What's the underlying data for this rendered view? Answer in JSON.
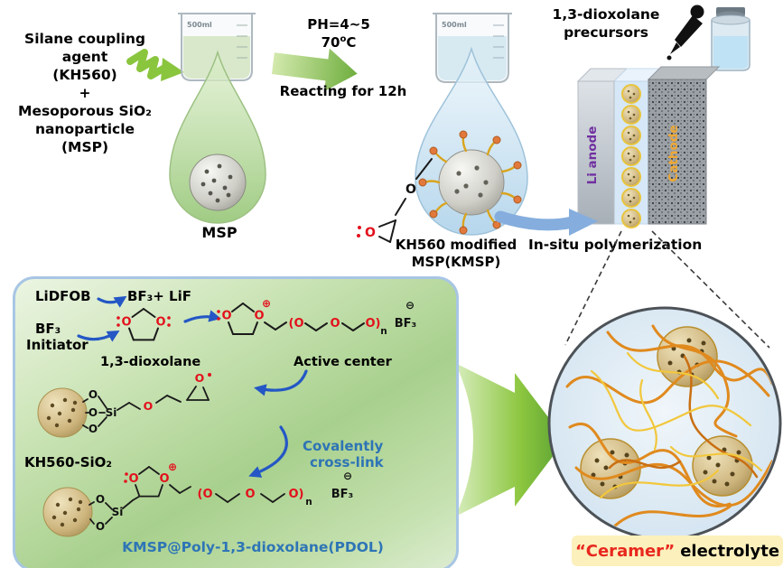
{
  "colors": {
    "green_arrow": "#8ac53e",
    "blue_arrow": "#2457c5",
    "insitu_arrow": "#85aede",
    "chem_red": "#e3101c",
    "anode_purple": "#7030a0",
    "cathode_yellow": "#f0a832",
    "pdol_blue": "#2e75b6",
    "ceramer_red": "#e8281e",
    "highlight_yellow": "#fcf0bc",
    "box_border_blue": "#a8c6e4"
  },
  "synthesis": {
    "reagent": {
      "l1": "Silane coupling",
      "l2": "agent",
      "l3": "(KH560)",
      "plus": "+",
      "l4": "Mesoporous SiO₂",
      "l5": "nanoparticle",
      "l6": "(MSP)"
    },
    "beaker1_label": "500ml",
    "beaker2_label": "500ml",
    "msp_caption": "MSP",
    "conditions": {
      "l1": "PH=4~5",
      "temp_num": "70",
      "temp_sup": "o",
      "temp_unit": "C",
      "l3": "Reacting for 12h"
    },
    "kmsp_caption": {
      "l1": "KH560 modified",
      "l2": "MSP(KMSP)"
    },
    "precursors": {
      "l1": "1,3-dioxolane",
      "l2": "precursors"
    },
    "battery": {
      "anode": "Li anode",
      "cathode": "Cathode"
    },
    "insitu": "In-situ polymerization"
  },
  "mechanism": {
    "lidfob": "LiDFOB",
    "bf3_lif": "BF₃+ LiF",
    "bf3": "BF₃",
    "initiator": "Initiator",
    "dioxolane_label": "1,3-dioxolane",
    "active_center_label": "Active center",
    "kh560_label": "KH560-SiO₂",
    "covalently": {
      "l1": "Covalently",
      "l2": "cross-link"
    },
    "pdol_label": "KMSP@Poly-1,3-dioxolane(PDOL)",
    "atoms": {
      "o": "O",
      "si": "Si",
      "o_open": "(O",
      "o_close": "O)",
      "n": "n",
      "bf3": "BF₃",
      "minus": "⊖",
      "plus": "⊕"
    }
  },
  "result": {
    "ceramer": "“Ceramer”",
    "electrolyte": "electrolyte"
  }
}
